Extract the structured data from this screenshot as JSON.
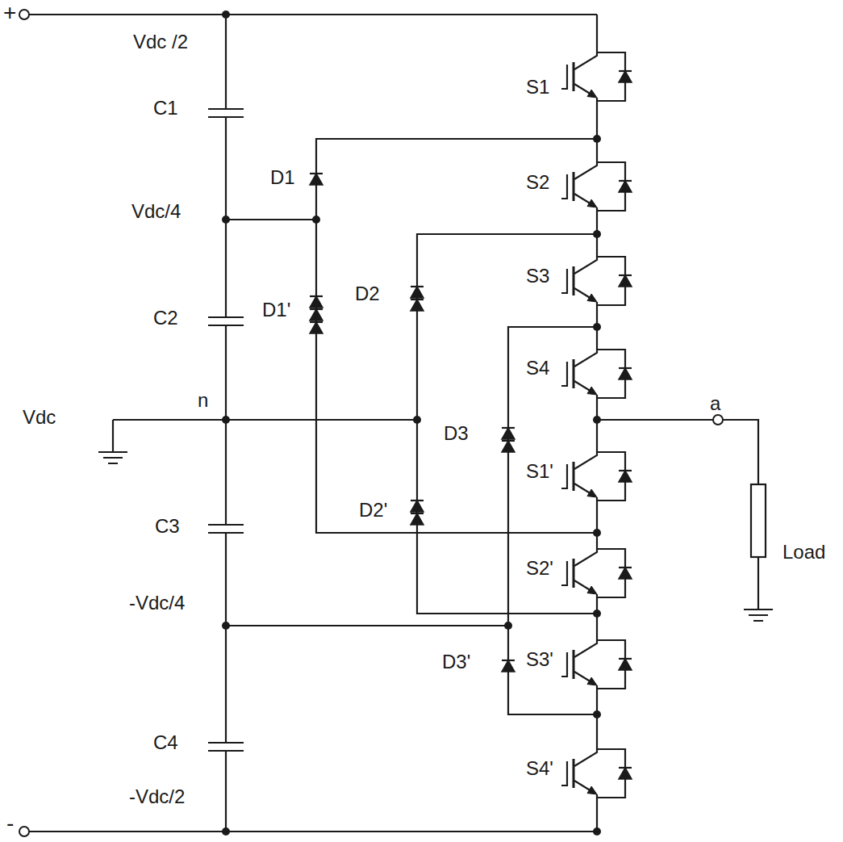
{
  "diagram": {
    "labels": [
      "+",
      "Vdc /2",
      "C1",
      "S1",
      "D1",
      "S2",
      "Vdc/4",
      "C2",
      "D1'",
      "D2",
      "S3",
      "S4",
      "n",
      "Vdc",
      "D3",
      "a",
      "S1'",
      "Load",
      "C3",
      "S2'",
      "D2'",
      "-Vdc/4",
      "S3'",
      "D3'",
      "C4",
      "S4'",
      "-Vdc/2",
      "-"
    ]
  }
}
